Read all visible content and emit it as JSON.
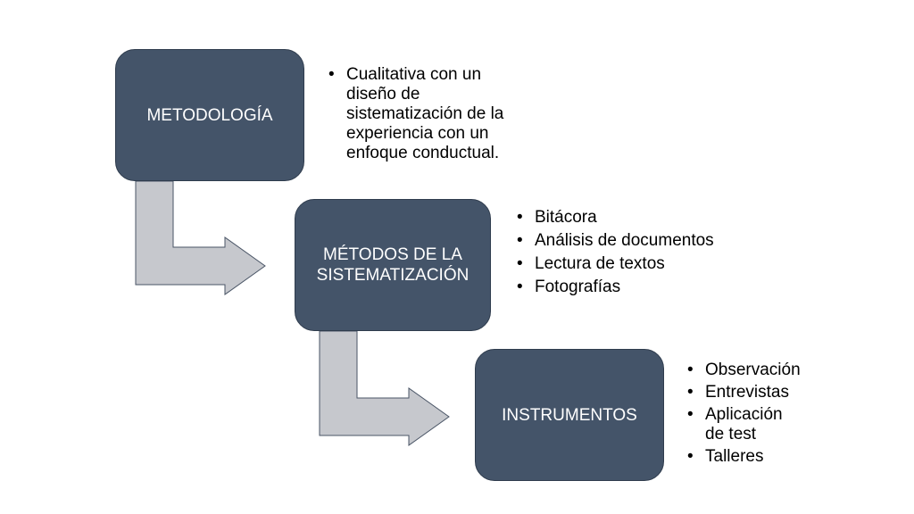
{
  "colors": {
    "box_fill": "#445469",
    "arrow_fill": "#c6c8cd",
    "arrow_stroke": "#4a5566"
  },
  "steps": [
    {
      "title": "METODOLOGÍA",
      "bullets": [
        "Cualitativa con un diseño de sistematización de la experiencia con un enfoque conductual."
      ]
    },
    {
      "title": "MÉTODOS DE LA\nSISTEMATIZACIÓN",
      "bullets": [
        "Bitácora",
        "Análisis de documentos",
        "Lectura de textos",
        "Fotografías"
      ]
    },
    {
      "title": "INSTRUMENTOS",
      "bullets": [
        "Observación",
        "Entrevistas",
        "Aplicación de test",
        "Talleres"
      ]
    }
  ]
}
